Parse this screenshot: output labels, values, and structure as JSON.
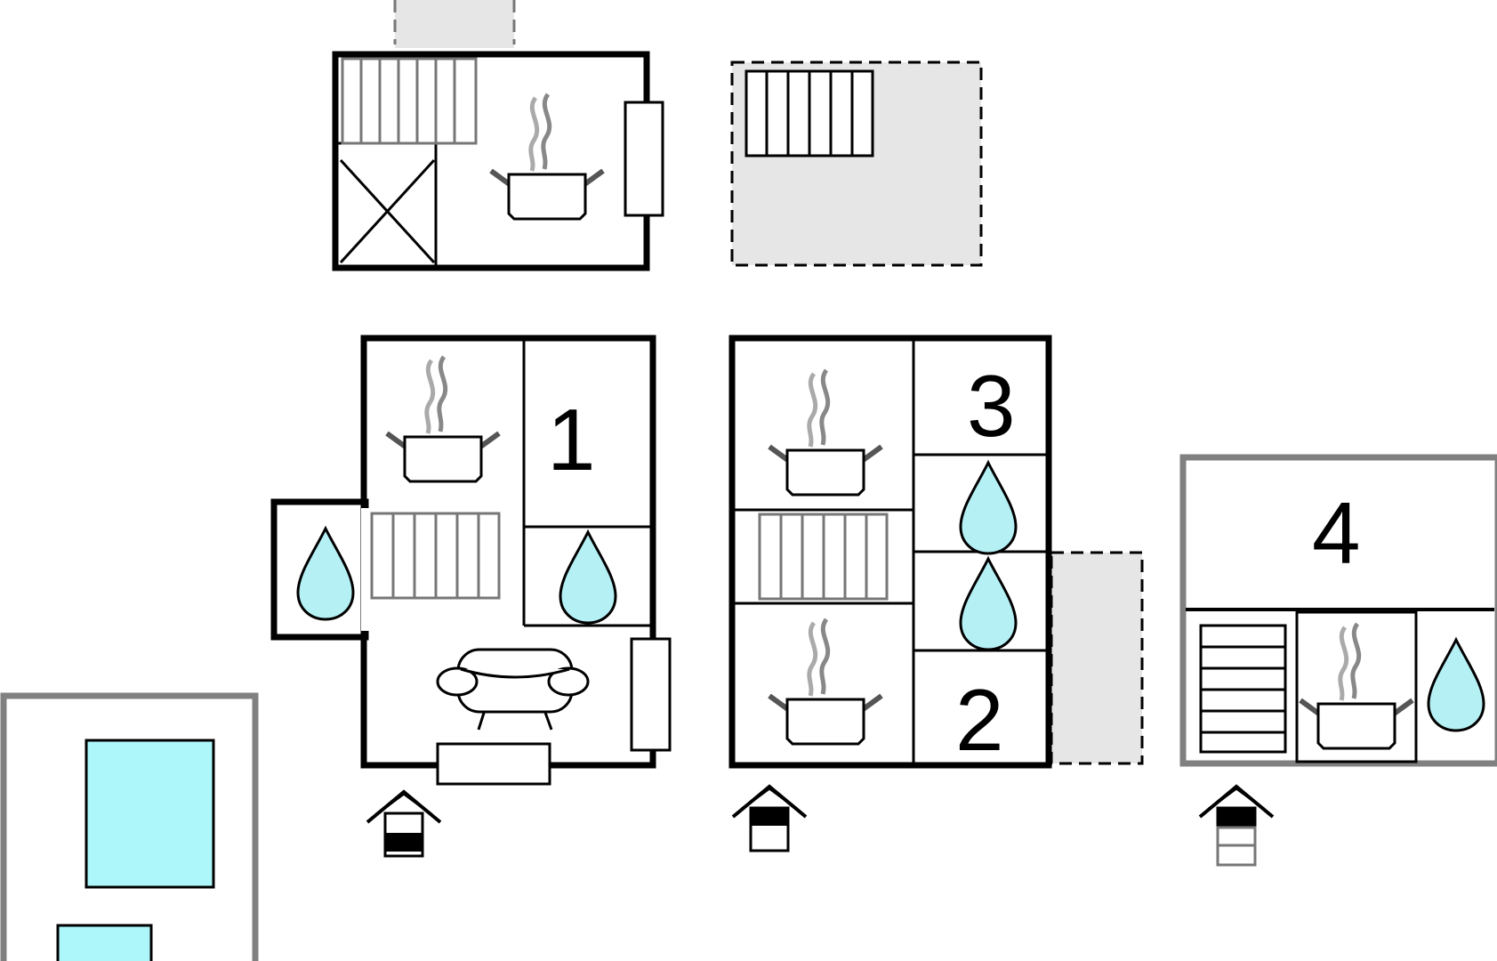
{
  "colors": {
    "wall": "#000000",
    "wall_secondary": "#808080",
    "terrace_fill": "#e6e6e6",
    "water": "#b5f0f5",
    "pool": "#adf6fa"
  },
  "icons": [
    "stairs-icon",
    "kitchen-pot-icon",
    "bathroom-drop-icon",
    "sofa-icon",
    "window-icon",
    "entrance-icon",
    "void-cross-icon",
    "pool-icon"
  ],
  "rooms": {
    "room_1": {
      "number": "1"
    },
    "room_2": {
      "number": "2"
    },
    "room_3": {
      "number": "3"
    },
    "room_4": {
      "number": "4"
    }
  }
}
